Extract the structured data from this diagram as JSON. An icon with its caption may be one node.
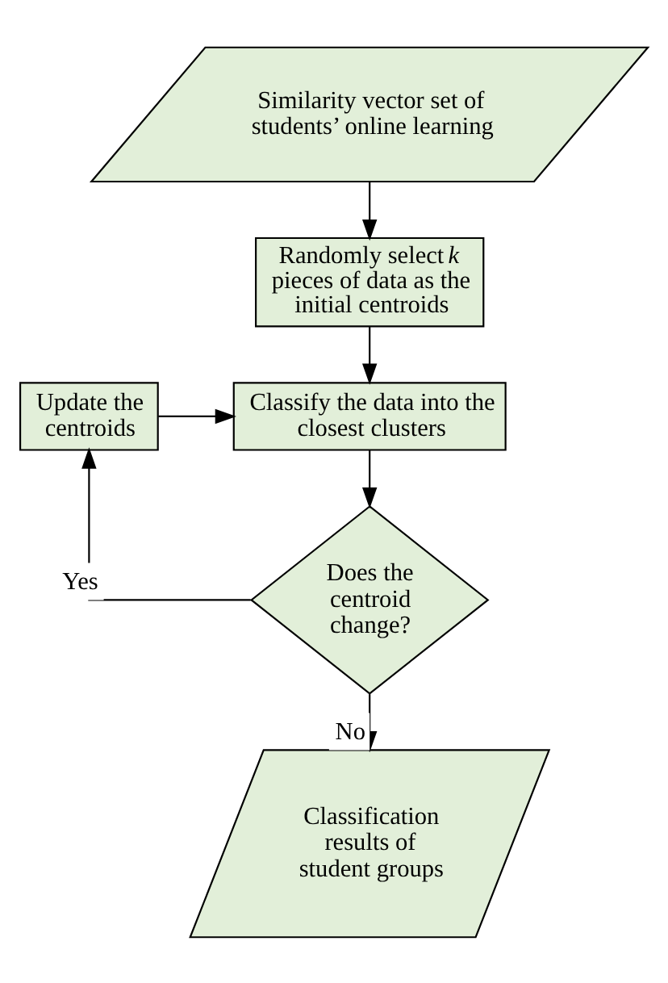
{
  "diagram": {
    "nodes": [
      {
        "text": [
          "Similarity vector set of students’ online learning"
        ]
      },
      {
        "text": [
          "Randomly select *k* pieces of data as the initial centroids"
        ]
      },
      {
        "text": [
          "Update the centroids"
        ]
      },
      {
        "text": [
          "Classify the data into the closest clusters"
        ]
      },
      {
        "text": [
          "Does the centroid change?"
        ]
      },
      {
        "text": [
          "Classification results of student groups"
        ]
      }
    ],
    "edges": [
      {
        "from": 0,
        "to": 1,
        "arrow": "to"
      },
      {
        "from": 1,
        "to": 3,
        "arrow": "to"
      },
      {
        "from": 3,
        "to": 4,
        "arrow": "to"
      },
      {
        "from": 4,
        "to": 2,
        "arrow": "to",
        "label": "Yes"
      },
      {
        "from": 2,
        "to": 3,
        "arrow": "to"
      },
      {
        "from": 4,
        "to": 5,
        "arrow": "to",
        "label": "No"
      }
    ]
  }
}
